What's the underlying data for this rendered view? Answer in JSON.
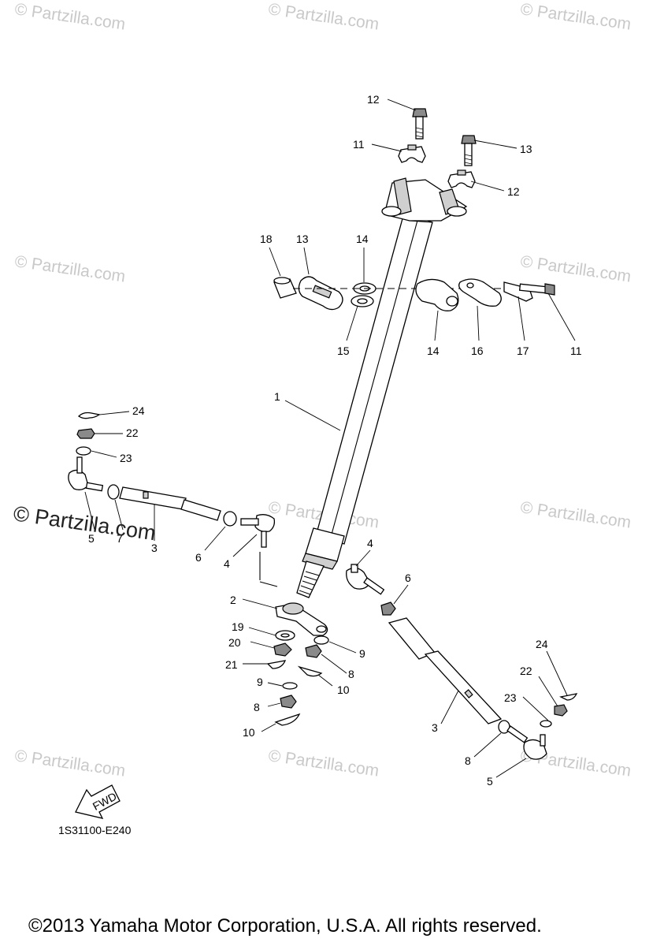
{
  "watermark": {
    "text": "© Partzilla.com"
  },
  "fwd_label": "FWD",
  "diagram_code": "1S31100-E240",
  "copyright": "©2013 Yamaha Motor Corporation, U.S.A. All rights reserved.",
  "callouts": [
    "1",
    "2",
    "3",
    "3",
    "4",
    "4",
    "5",
    "6",
    "6",
    "7",
    "8",
    "8",
    "9",
    "9",
    "10",
    "10",
    "11",
    "11",
    "12",
    "12",
    "13",
    "13",
    "14",
    "14",
    "15",
    "16",
    "17",
    "18",
    "19",
    "20",
    "21",
    "22",
    "22",
    "23",
    "23",
    "24",
    "24"
  ]
}
